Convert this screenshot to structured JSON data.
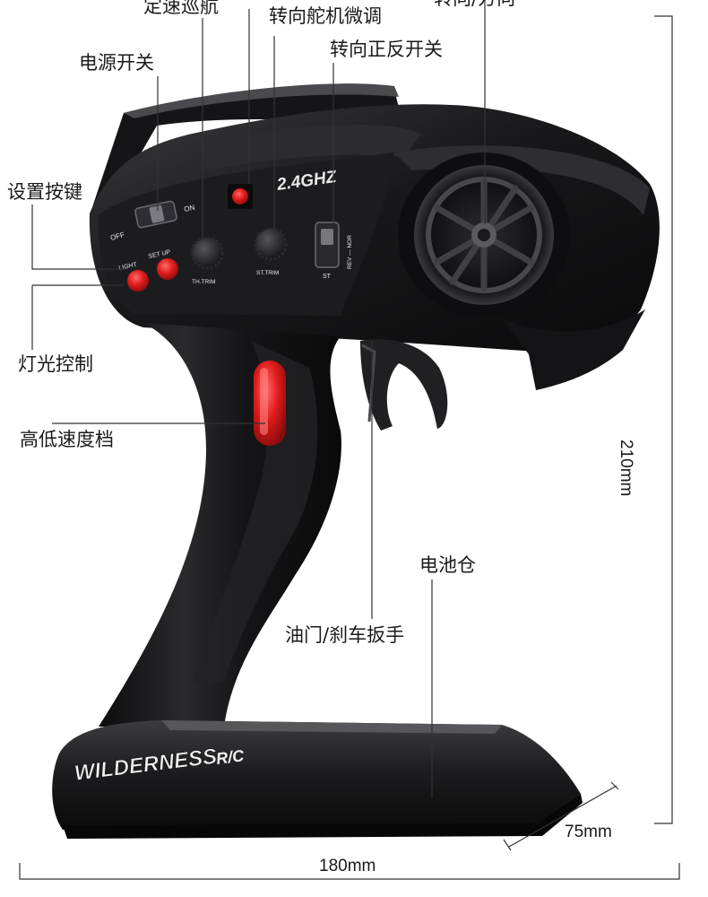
{
  "labels": {
    "cruise": "定速巡航",
    "steering_trim": "转向舵机微调",
    "top_cut": "转向/方向",
    "reverse_switch": "转向正反开关",
    "power_switch": "电源开关",
    "setup_key": "设置按键",
    "light_control": "灯光控制",
    "speed_gear": "高低速度档",
    "battery_box": "电池仓",
    "trigger": "油门/刹车扳手"
  },
  "dimensions": {
    "height": "210mm",
    "depth": "75mm",
    "width": "180mm"
  },
  "device_markings": {
    "band": "2.4GHZ",
    "off": "OFF",
    "on": "ON",
    "light": "LIGHT",
    "setup": "SET UP",
    "th_trim": "TH.TRIM",
    "st_trim": "ST.TRIM",
    "st": "ST",
    "rev_nor": "REV — NOR",
    "brand": "WILDERNESS",
    "rc": "R/C"
  },
  "colors": {
    "body": "#141416",
    "accent_red": "#d91a1a"
  }
}
